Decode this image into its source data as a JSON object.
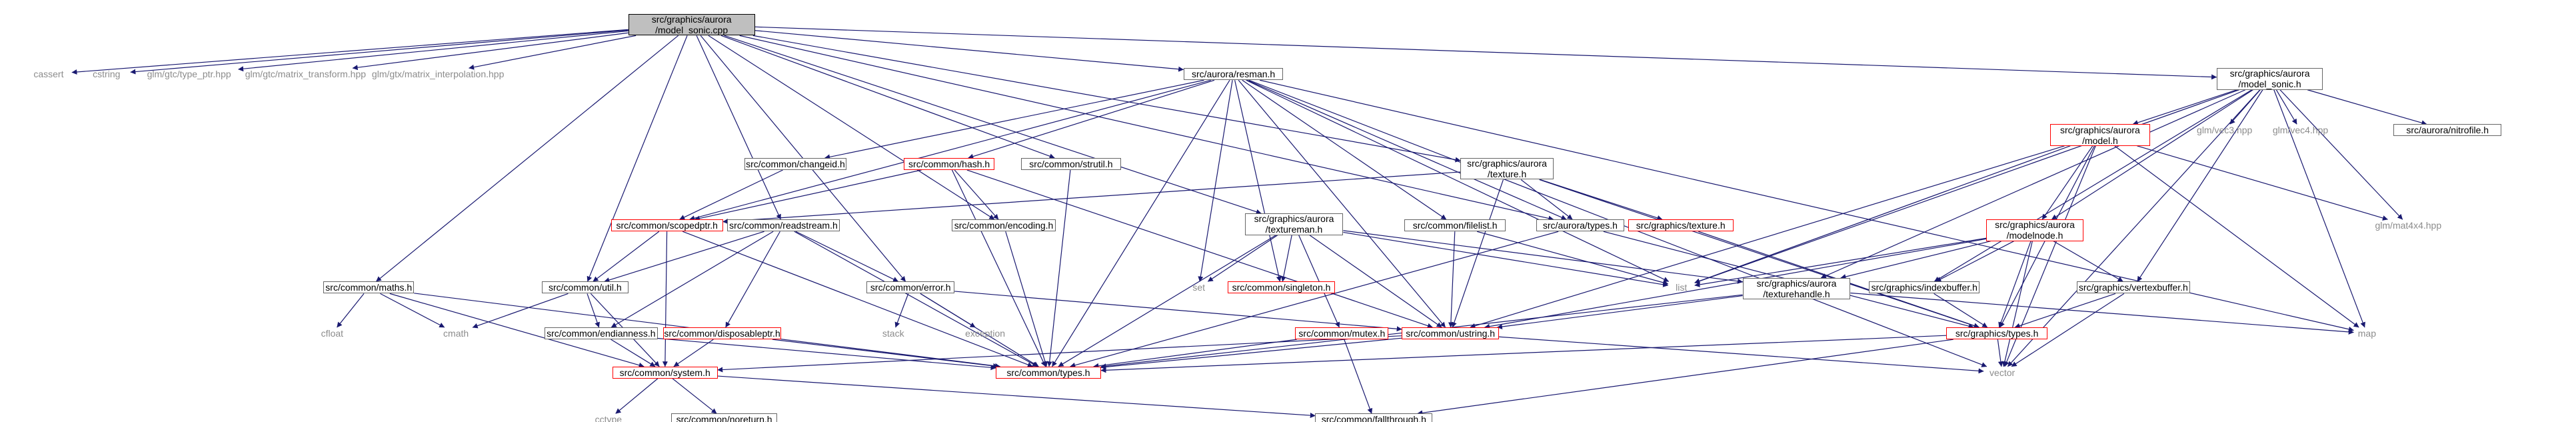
{
  "graph": {
    "title": "",
    "colors": {
      "edge": "#191970",
      "root_fill": "#bfbfbf",
      "header_border": "#666666",
      "incomplete_border": "#ff0000",
      "system_text": "#8c8c8c"
    },
    "nodes": [
      {
        "id": "root",
        "label": "src/graphics/aurora\n/model_sonic.cpp",
        "kind": "root"
      },
      {
        "id": "cassert",
        "label": "cassert",
        "kind": "system"
      },
      {
        "id": "cstring",
        "label": "cstring",
        "kind": "system"
      },
      {
        "id": "type_ptr",
        "label": "glm/gtc/type_ptr.hpp",
        "kind": "system"
      },
      {
        "id": "matrix_transform",
        "label": "glm/gtc/matrix_transform.hpp",
        "kind": "system"
      },
      {
        "id": "matrix_interpolation",
        "label": "glm/gtx/matrix_interpolation.hpp",
        "kind": "system"
      },
      {
        "id": "resman",
        "label": "src/aurora/resman.h",
        "kind": "header"
      },
      {
        "id": "model_sonic_h",
        "label": "src/graphics/aurora\n/model_sonic.h",
        "kind": "header"
      },
      {
        "id": "changeid",
        "label": "src/common/changeid.h",
        "kind": "header"
      },
      {
        "id": "hash",
        "label": "src/common/hash.h",
        "kind": "incomplete"
      },
      {
        "id": "strutil",
        "label": "src/common/strutil.h",
        "kind": "header"
      },
      {
        "id": "texture_h",
        "label": "src/graphics/aurora\n/texture.h",
        "kind": "header"
      },
      {
        "id": "model_h",
        "label": "src/graphics/aurora\n/model.h",
        "kind": "incomplete"
      },
      {
        "id": "glm_vec3",
        "label": "glm/vec3.hpp",
        "kind": "system"
      },
      {
        "id": "glm_vec4",
        "label": "glm/vec4.hpp",
        "kind": "system"
      },
      {
        "id": "nitrofile",
        "label": "src/aurora/nitrofile.h",
        "kind": "header"
      },
      {
        "id": "scopedptr",
        "label": "src/common/scopedptr.h",
        "kind": "incomplete"
      },
      {
        "id": "readstream",
        "label": "src/common/readstream.h",
        "kind": "header"
      },
      {
        "id": "encoding",
        "label": "src/common/encoding.h",
        "kind": "header"
      },
      {
        "id": "texturemanh",
        "label": "src/graphics/aurora\n/textureman.h",
        "kind": "header"
      },
      {
        "id": "filelist",
        "label": "src/common/filelist.h",
        "kind": "header"
      },
      {
        "id": "aurora_types",
        "label": "src/aurora/types.h",
        "kind": "header"
      },
      {
        "id": "graphics_texture",
        "label": "src/graphics/texture.h",
        "kind": "incomplete"
      },
      {
        "id": "modelnode",
        "label": "src/graphics/aurora\n/modelnode.h",
        "kind": "incomplete"
      },
      {
        "id": "mat4x4",
        "label": "glm/mat4x4.hpp",
        "kind": "system"
      },
      {
        "id": "maths",
        "label": "src/common/maths.h",
        "kind": "header"
      },
      {
        "id": "util",
        "label": "src/common/util.h",
        "kind": "header"
      },
      {
        "id": "error",
        "label": "src/common/error.h",
        "kind": "header"
      },
      {
        "id": "set",
        "label": "set",
        "kind": "system"
      },
      {
        "id": "singleton",
        "label": "src/common/singleton.h",
        "kind": "incomplete"
      },
      {
        "id": "list",
        "label": "list",
        "kind": "system"
      },
      {
        "id": "texturehandle",
        "label": "src/graphics/aurora\n/texturehandle.h",
        "kind": "header"
      },
      {
        "id": "indexbuffer",
        "label": "src/graphics/indexbuffer.h",
        "kind": "header"
      },
      {
        "id": "vertexbuffer",
        "label": "src/graphics/vertexbuffer.h",
        "kind": "header"
      },
      {
        "id": "cfloat",
        "label": "cfloat",
        "kind": "system"
      },
      {
        "id": "cmath",
        "label": "cmath",
        "kind": "system"
      },
      {
        "id": "endianness",
        "label": "src/common/endianness.h",
        "kind": "header"
      },
      {
        "id": "disposableptr",
        "label": "src/common/disposableptr.h",
        "kind": "incomplete"
      },
      {
        "id": "stack",
        "label": "stack",
        "kind": "system"
      },
      {
        "id": "exception",
        "label": "exception",
        "kind": "system"
      },
      {
        "id": "mutex",
        "label": "src/common/mutex.h",
        "kind": "incomplete"
      },
      {
        "id": "ustring",
        "label": "src/common/ustring.h",
        "kind": "incomplete"
      },
      {
        "id": "graphics_types",
        "label": "src/graphics/types.h",
        "kind": "incomplete"
      },
      {
        "id": "map",
        "label": "map",
        "kind": "system"
      },
      {
        "id": "vector",
        "label": "vector",
        "kind": "system"
      },
      {
        "id": "common_types",
        "label": "src/common/types.h",
        "kind": "incomplete"
      },
      {
        "id": "system",
        "label": "src/common/system.h",
        "kind": "incomplete"
      },
      {
        "id": "cctype",
        "label": "cctype",
        "kind": "system"
      },
      {
        "id": "noreturn",
        "label": "src/common/noreturn.h",
        "kind": "header"
      },
      {
        "id": "fallthrough",
        "label": "src/common/fallthrough.h",
        "kind": "header"
      }
    ],
    "edges": [
      [
        "root",
        "cassert"
      ],
      [
        "root",
        "cstring"
      ],
      [
        "root",
        "type_ptr"
      ],
      [
        "root",
        "matrix_transform"
      ],
      [
        "root",
        "matrix_interpolation"
      ],
      [
        "root",
        "resman"
      ],
      [
        "root",
        "model_sonic_h"
      ],
      [
        "root",
        "strutil"
      ],
      [
        "root",
        "texture_h"
      ],
      [
        "root",
        "readstream"
      ],
      [
        "root",
        "encoding"
      ],
      [
        "root",
        "texturemanh"
      ],
      [
        "root",
        "aurora_types"
      ],
      [
        "root",
        "maths"
      ],
      [
        "root",
        "util"
      ],
      [
        "root",
        "error"
      ],
      [
        "resman",
        "changeid"
      ],
      [
        "resman",
        "hash"
      ],
      [
        "resman",
        "filelist"
      ],
      [
        "resman",
        "aurora_types"
      ],
      [
        "resman",
        "set"
      ],
      [
        "resman",
        "singleton"
      ],
      [
        "resman",
        "list"
      ],
      [
        "resman",
        "map"
      ],
      [
        "resman",
        "vector"
      ],
      [
        "resman",
        "ustring"
      ],
      [
        "resman",
        "common_types"
      ],
      [
        "resman",
        "scopedptr"
      ],
      [
        "model_sonic_h",
        "model_h"
      ],
      [
        "model_sonic_h",
        "glm_vec3"
      ],
      [
        "model_sonic_h",
        "glm_vec4"
      ],
      [
        "model_sonic_h",
        "nitrofile"
      ],
      [
        "model_sonic_h",
        "mat4x4"
      ],
      [
        "model_sonic_h",
        "map"
      ],
      [
        "model_sonic_h",
        "vector"
      ],
      [
        "model_sonic_h",
        "modelnode"
      ],
      [
        "model_sonic_h",
        "indexbuffer"
      ],
      [
        "model_sonic_h",
        "vertexbuffer"
      ],
      [
        "model_sonic_h",
        "texturehandle"
      ],
      [
        "model_sonic_h",
        "list"
      ],
      [
        "changeid",
        "scopedptr"
      ],
      [
        "hash",
        "encoding"
      ],
      [
        "hash",
        "ustring"
      ],
      [
        "hash",
        "common_types"
      ],
      [
        "hash",
        "scopedptr"
      ],
      [
        "strutil",
        "common_types"
      ],
      [
        "texture_h",
        "aurora_types"
      ],
      [
        "texture_h",
        "graphics_texture"
      ],
      [
        "texture_h",
        "scopedptr"
      ],
      [
        "texture_h",
        "ustring"
      ],
      [
        "texture_h",
        "graphics_types"
      ],
      [
        "model_h",
        "modelnode"
      ],
      [
        "model_h",
        "list"
      ],
      [
        "model_h",
        "map"
      ],
      [
        "model_h",
        "vector"
      ],
      [
        "model_h",
        "mat4x4"
      ],
      [
        "model_h",
        "graphics_types"
      ],
      [
        "model_h",
        "ustring"
      ],
      [
        "scopedptr",
        "util"
      ],
      [
        "scopedptr",
        "system"
      ],
      [
        "scopedptr",
        "common_types"
      ],
      [
        "readstream",
        "util"
      ],
      [
        "readstream",
        "error"
      ],
      [
        "readstream",
        "endianness"
      ],
      [
        "readstream",
        "disposableptr"
      ],
      [
        "readstream",
        "common_types"
      ],
      [
        "encoding",
        "common_types"
      ],
      [
        "texturemanh",
        "singleton"
      ],
      [
        "texturemanh",
        "mutex"
      ],
      [
        "texturemanh",
        "ustring"
      ],
      [
        "texturemanh",
        "texturehandle"
      ],
      [
        "texturemanh",
        "set"
      ],
      [
        "texturemanh",
        "common_types"
      ],
      [
        "texturemanh",
        "list"
      ],
      [
        "filelist",
        "ustring"
      ],
      [
        "filelist",
        "list"
      ],
      [
        "aurora_types",
        "common_types"
      ],
      [
        "aurora_types",
        "graphics_types"
      ],
      [
        "graphics_texture",
        "graphics_types"
      ],
      [
        "modelnode",
        "texturehandle"
      ],
      [
        "modelnode",
        "indexbuffer"
      ],
      [
        "modelnode",
        "vertexbuffer"
      ],
      [
        "modelnode",
        "graphics_types"
      ],
      [
        "modelnode",
        "list"
      ],
      [
        "modelnode",
        "vector"
      ],
      [
        "modelnode",
        "ustring"
      ],
      [
        "maths",
        "cfloat"
      ],
      [
        "maths",
        "cmath"
      ],
      [
        "maths",
        "system"
      ],
      [
        "maths",
        "common_types"
      ],
      [
        "util",
        "cmath"
      ],
      [
        "util",
        "endianness"
      ],
      [
        "util",
        "system"
      ],
      [
        "error",
        "stack"
      ],
      [
        "error",
        "exception"
      ],
      [
        "error",
        "ustring"
      ],
      [
        "error",
        "common_types"
      ],
      [
        "texturehandle",
        "ustring"
      ],
      [
        "texturehandle",
        "map"
      ],
      [
        "texturehandle",
        "common_types"
      ],
      [
        "indexbuffer",
        "graphics_types"
      ],
      [
        "vertexbuffer",
        "graphics_types"
      ],
      [
        "vertexbuffer",
        "vector"
      ],
      [
        "endianness",
        "system"
      ],
      [
        "endianness",
        "common_types"
      ],
      [
        "disposableptr",
        "system"
      ],
      [
        "disposableptr",
        "common_types"
      ],
      [
        "mutex",
        "common_types"
      ],
      [
        "mutex",
        "fallthrough"
      ],
      [
        "ustring",
        "common_types"
      ],
      [
        "ustring",
        "system"
      ],
      [
        "ustring",
        "vector"
      ],
      [
        "graphics_types",
        "common_types"
      ],
      [
        "graphics_types",
        "vector"
      ],
      [
        "graphics_types",
        "fallthrough"
      ],
      [
        "system",
        "cctype"
      ],
      [
        "system",
        "noreturn"
      ],
      [
        "system",
        "fallthrough"
      ]
    ]
  }
}
